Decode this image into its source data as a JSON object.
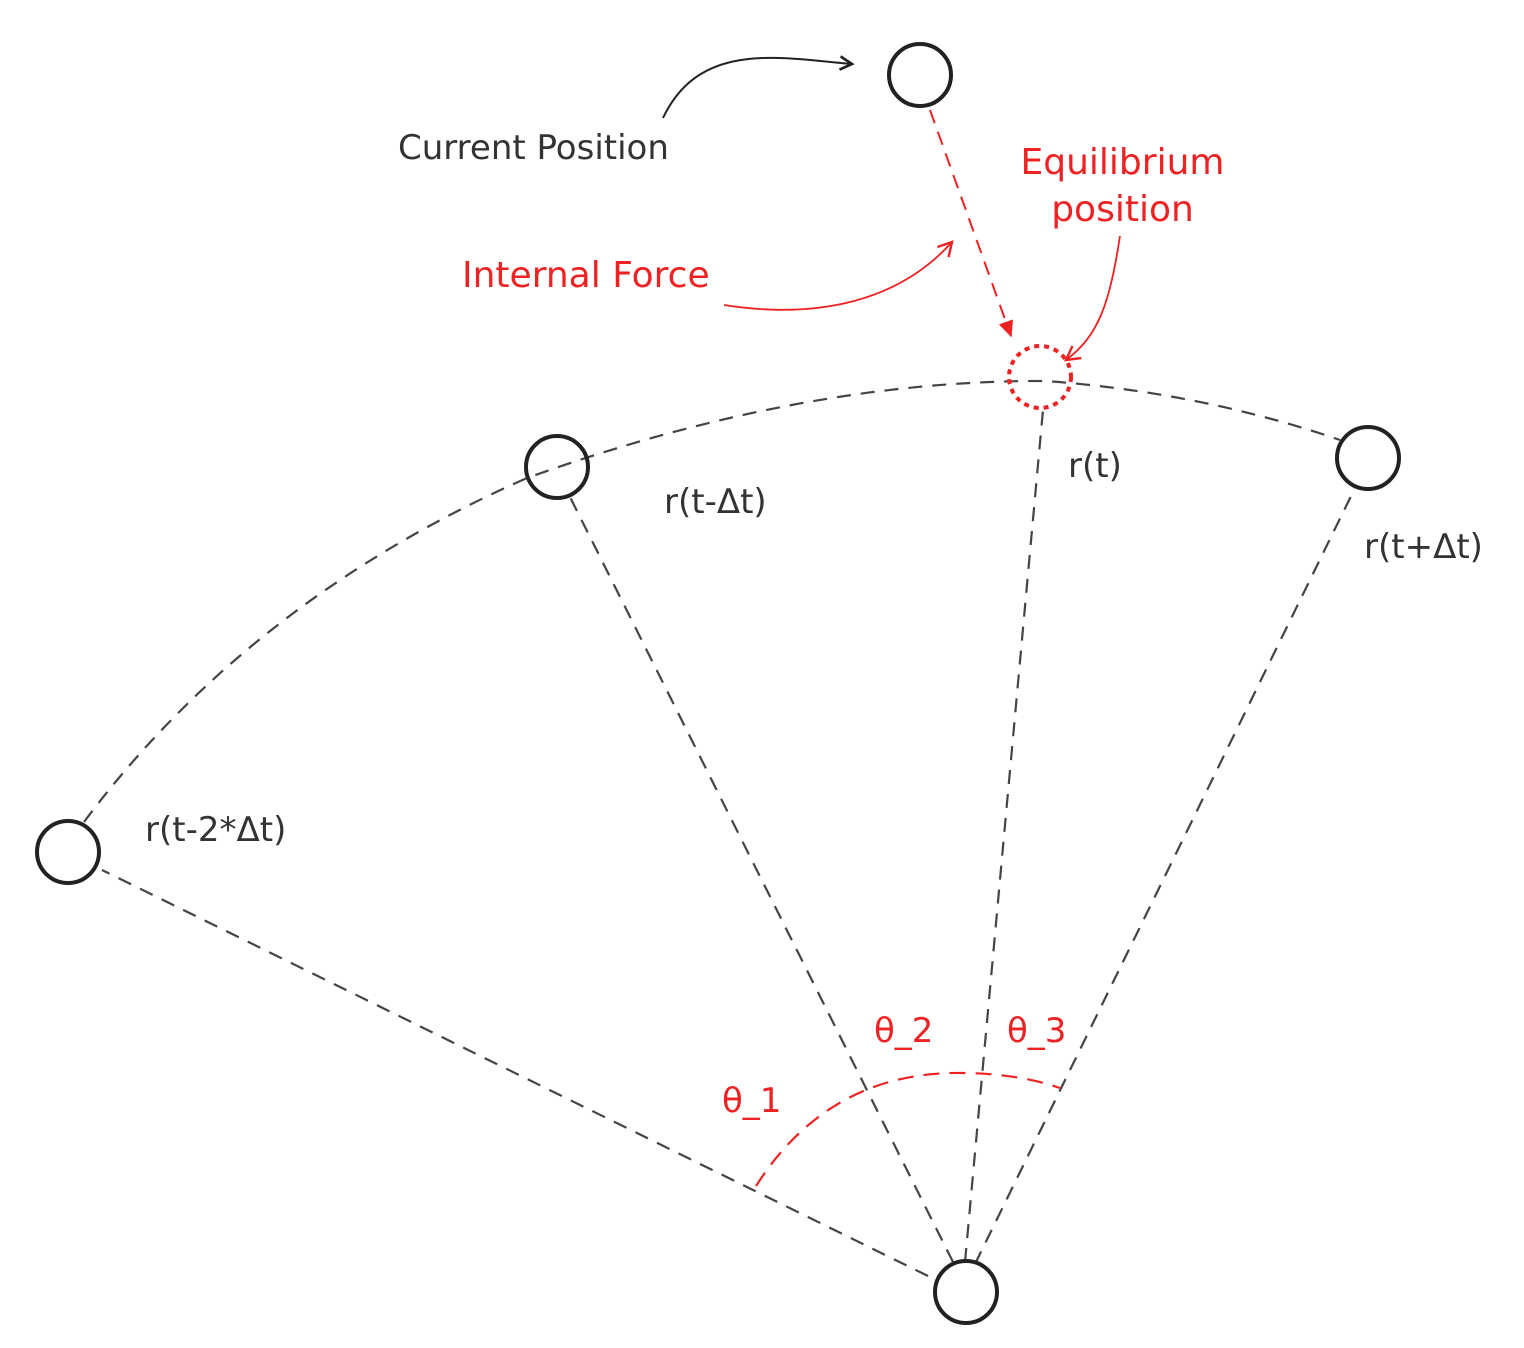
{
  "labels": {
    "current_position": "Current Position",
    "equilibrium_position": "Equilibrium\nposition",
    "internal_force": "Internal Force",
    "r_t": "r(t)",
    "r_t_minus_dt": "r(t-Δt)",
    "r_t_plus_dt": "r(t+Δt)",
    "r_t_minus_2dt": "r(t-2*Δt)",
    "theta_1": "θ_1",
    "theta_2": "θ_2",
    "theta_3": "θ_3"
  },
  "colors": {
    "ink": "#333333",
    "accent": "#ee2222"
  }
}
